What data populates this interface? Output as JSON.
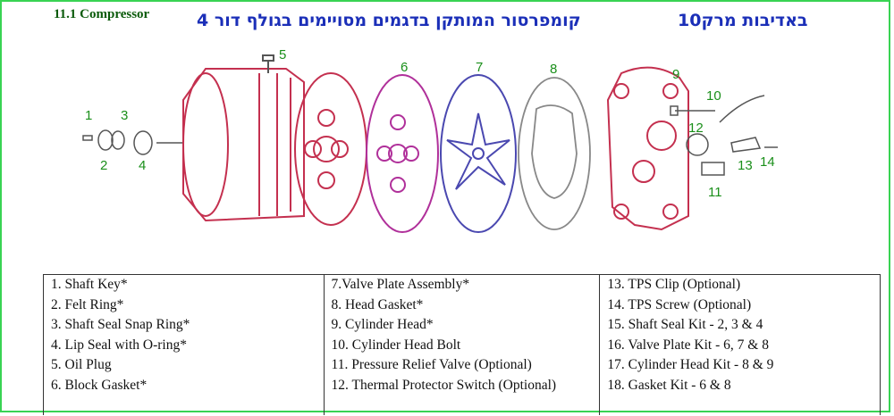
{
  "header": {
    "section_title": "11.1 Compressor",
    "hebrew_main": "קומפרסור המותקן בדגמים מסויימים בגולף דור 4",
    "hebrew_credit": "באדיבות מרק10"
  },
  "diagram": {
    "callouts": [
      "1",
      "2",
      "3",
      "4",
      "5",
      "6",
      "7",
      "8",
      "9",
      "10",
      "11",
      "12",
      "13",
      "14"
    ],
    "colors": {
      "housing": "#c4304f",
      "gasket": "#b0309a",
      "valve_plate": "#4a48b0",
      "head_gasket": "#888888",
      "callout": "#1a8f1a"
    }
  },
  "parts_table": {
    "rows": [
      [
        "1. Shaft Key*",
        "7.Valve Plate Assembly*",
        "13. TPS Clip (Optional)"
      ],
      [
        "2. Felt Ring*",
        "8. Head Gasket*",
        "14. TPS Screw (Optional)"
      ],
      [
        "3. Shaft Seal Snap Ring*",
        "9. Cylinder Head*",
        "15. Shaft Seal Kit - 2, 3 & 4"
      ],
      [
        "4. Lip Seal with O-ring*",
        "10. Cylinder Head Bolt",
        "16. Valve Plate Kit - 6, 7 & 8"
      ],
      [
        "5. Oil Plug",
        "11. Pressure Relief Valve (Optional)",
        "17. Cylinder Head Kit - 8 & 9"
      ],
      [
        "6. Block Gasket*",
        "12. Thermal Protector Switch (Optional)",
        "18. Gasket Kit - 6 & 8"
      ]
    ]
  }
}
